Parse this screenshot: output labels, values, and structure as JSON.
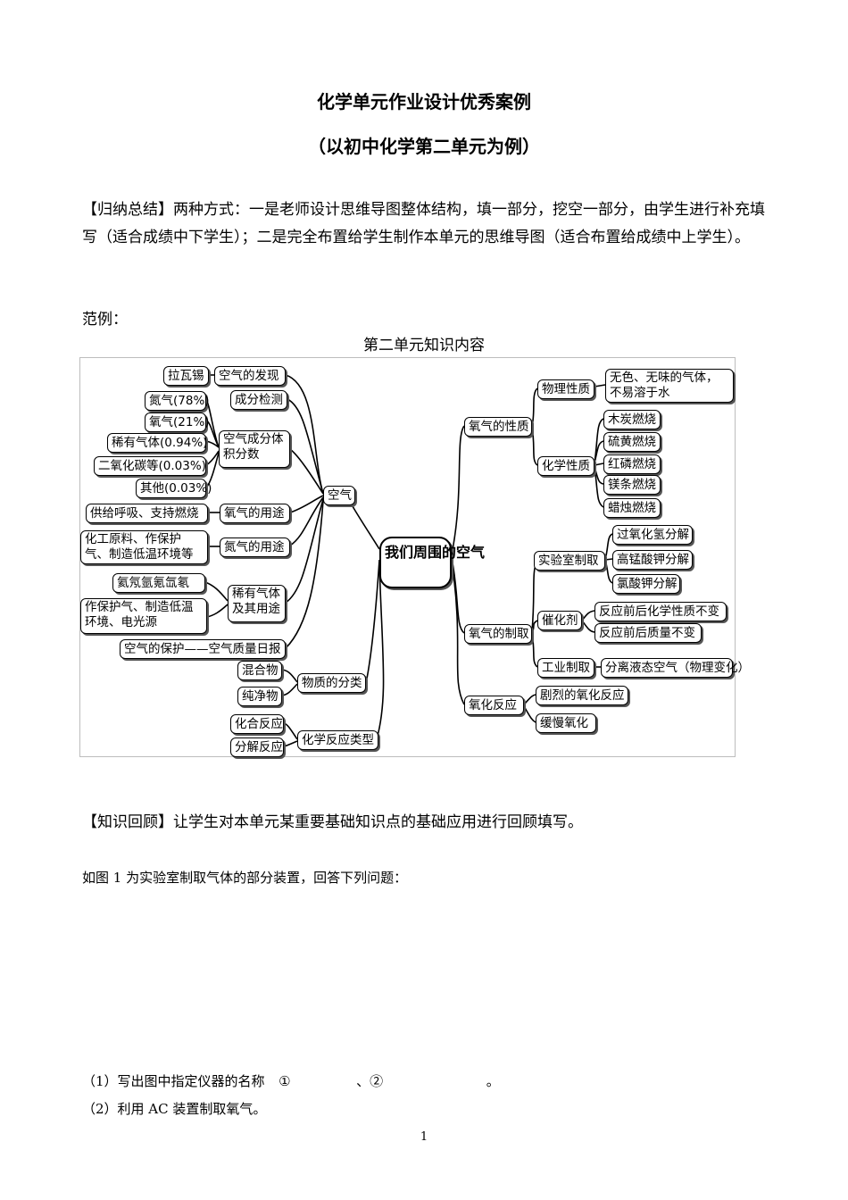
{
  "title_line1": "化学单元作业设计优秀案例",
  "title_line2": "（以初中化学第二单元为例）",
  "summary": "【归纳总结】两种方式：一是老师设计思维导图整体结构，填一部分，挖空一部分，由学生进行补充填写（适合成绩中下学生）；二是完全布置给学生制作本单元的思维导图（适合布置给成绩中上学生）。",
  "example_label": "范例：",
  "diagram_caption": "第二单元知识内容",
  "mindmap": {
    "center": "我们周围的空气",
    "air": "空气",
    "air_discovery": "空气的发现",
    "lavoisier": "拉瓦锡",
    "composition_test": "成分检测",
    "volume_fraction": "空气成分体积分数",
    "n2_pct": "氮气(78%)",
    "o2_pct": "氧气(21%)",
    "noble_pct": "稀有气体(0.94%)",
    "co2_pct": "二氧化碳等(0.03%)",
    "other_pct": "其他(0.03%)",
    "o2_use": "氧气的用途",
    "o2_use_desc": "供给呼吸、支持燃烧",
    "n2_use": "氮气的用途",
    "n2_use_desc": "化工原料、作保护气、制造低温环境等",
    "noble_use": "稀有气体及其用途",
    "noble_list": "氦氖氩氪氙氡",
    "noble_use_desc": "作保护气、制造低温环境、电光源",
    "air_protect": "空气的保护——空气质量日报",
    "matter_class": "物质的分类",
    "mixture": "混合物",
    "pure": "纯净物",
    "reaction_type": "化学反应类型",
    "combination": "化合反应",
    "decomposition": "分解反应",
    "o2_props": "氧气的性质",
    "physical": "物理性质",
    "physical_desc": "无色、无味的气体，不易溶于水",
    "chemical": "化学性质",
    "carbon": "木炭燃烧",
    "sulfur": "硫黄燃烧",
    "phosphorus": "红磷燃烧",
    "magnesium": "镁条燃烧",
    "candle": "蜡烛燃烧",
    "o2_prep": "氧气的制取",
    "lab_prep": "实验室制取",
    "h2o2": "过氧化氢分解",
    "kmno4": "高锰酸钾分解",
    "kclo3": "氯酸钾分解",
    "catalyst": "催化剂",
    "cat_prop1": "反应前后化学性质不变",
    "cat_prop2": "反应前后质量不变",
    "industrial": "工业制取",
    "liquid_air": "分离液态空气（物理变化）",
    "oxidation": "氧化反应",
    "violent_ox": "剧烈的氧化反应",
    "slow_ox": "缓慢氧化"
  },
  "review": "【知识回顾】让学生对本单元某重要基础知识点的基础应用进行回顾填写。",
  "question_intro": "如图 1 为实验室制取气体的部分装置，回答下列问题：",
  "q1_prefix": "（1）写出图中指定仪器的名称",
  "q1_mark1": "①",
  "q1_sep": "、②",
  "q1_end": "。",
  "q2": "（2）利用 AC 装置制取氧气。",
  "page_number": "1"
}
